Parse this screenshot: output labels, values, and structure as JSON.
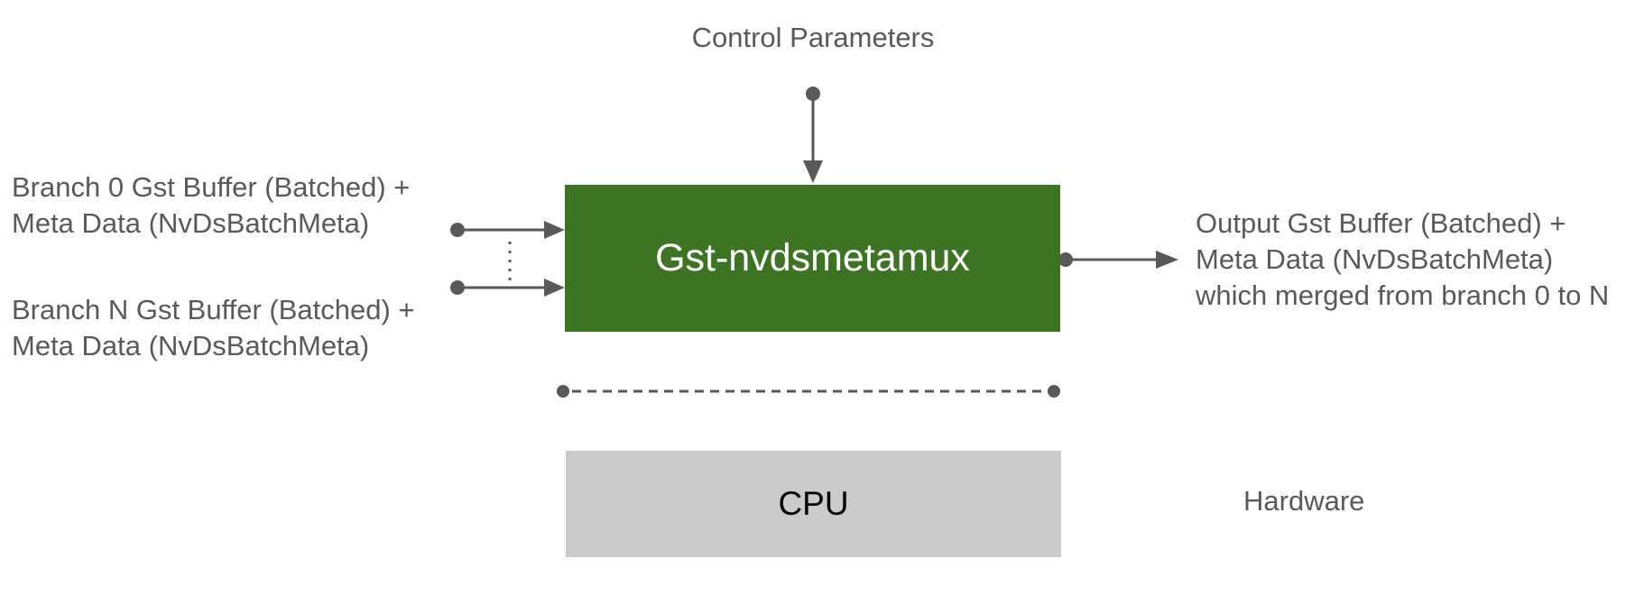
{
  "diagram": {
    "kind": "flow-diagram",
    "background": "#FFFFFF"
  },
  "nodes": {
    "metamux": {
      "label": "Gst-nvdsmetamux",
      "fill": "#3D7423",
      "text_color": "#FFFFFF"
    },
    "cpu": {
      "label": "CPU",
      "fill": "#CBCBCB",
      "text_color": "#000000"
    }
  },
  "labels": {
    "control": "Control Parameters",
    "branch0": {
      "lines": [
        "Branch 0 Gst Buffer (Batched) +",
        "Meta Data (NvDsBatchMeta)"
      ]
    },
    "branchN": {
      "lines": [
        "Branch N Gst Buffer (Batched) +",
        "Meta Data (NvDsBatchMeta)"
      ]
    },
    "output": {
      "lines": [
        "Output Gst Buffer (Batched) +",
        "Meta Data (NvDsBatchMeta)",
        "which merged from branch 0 to N"
      ]
    },
    "hardware": "Hardware"
  },
  "colors": {
    "label_text": "#595959",
    "connector": "#595959",
    "node_green": "#3D7423",
    "node_gray": "#CBCBCB"
  }
}
